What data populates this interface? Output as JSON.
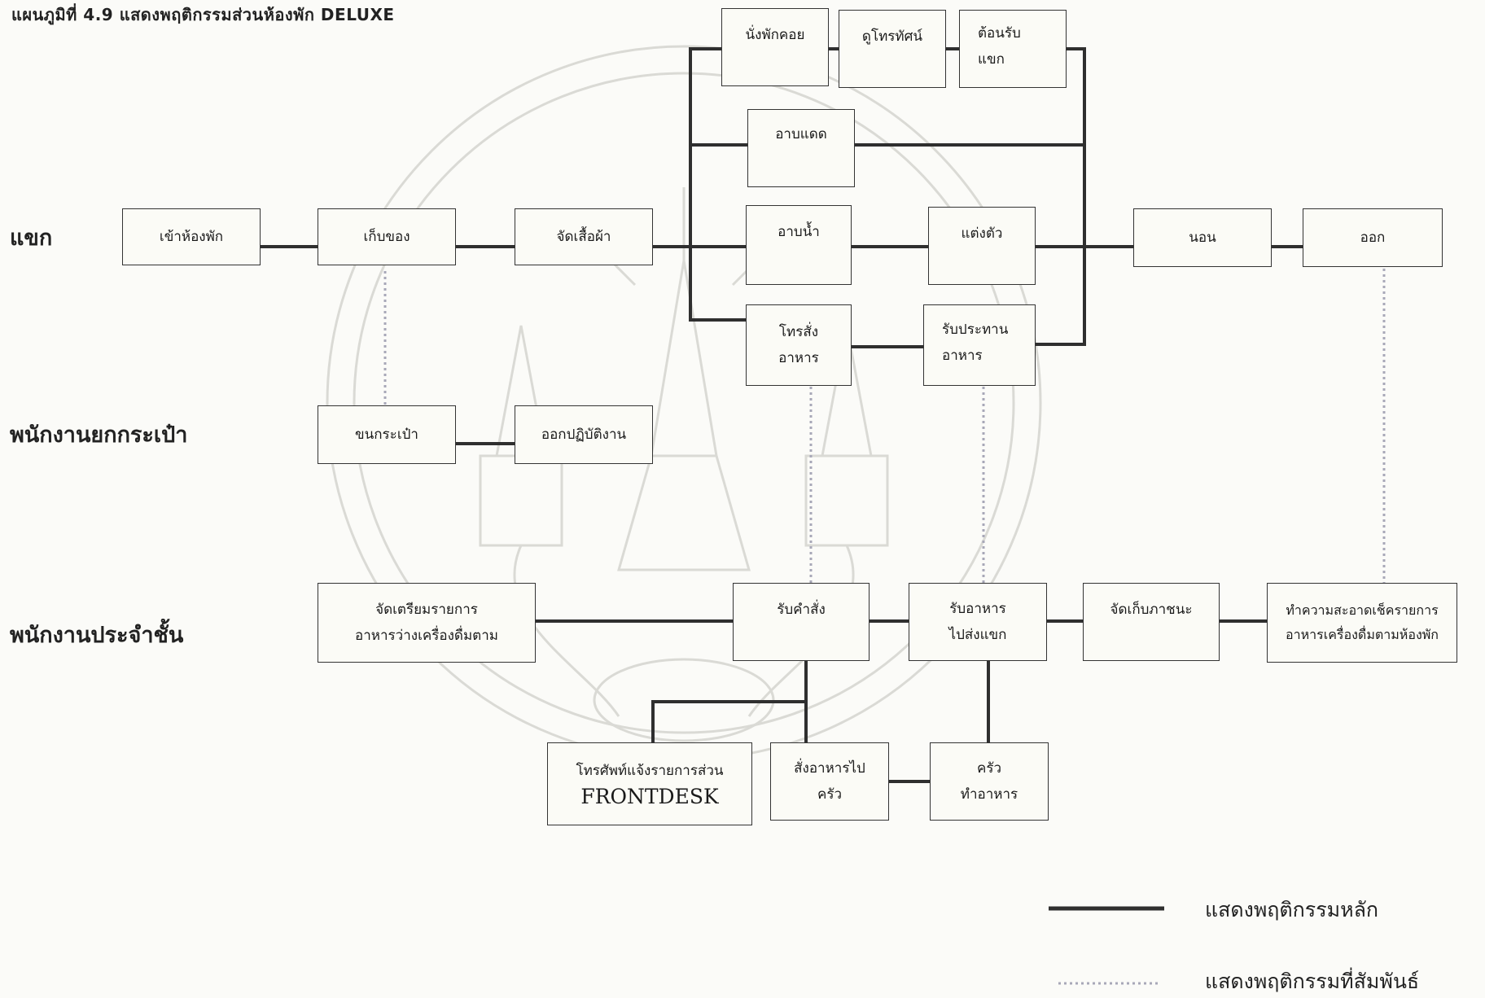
{
  "title": "แผนภูมิที่ 4.9 แสดงพฤติกรรมส่วนห้องพัก DELUXE",
  "lanes": {
    "guest": "แขก",
    "bellboy": "พนักงานยกกระเป๋า",
    "floor": "พนักงานประจำชั้น"
  },
  "boxes": {
    "checkin": "เข้าห้องพัก",
    "store": "เก็บของ",
    "clothes": "จัดเสื้อผ้า",
    "sit_wait": "นั่งพักคอย",
    "tv": "ดูโทรทัศน์",
    "receive_guest_1": "ต้อนรับ",
    "receive_guest_2": "แขก",
    "sunbath": "อาบแดด",
    "shower": "อาบน้ำ",
    "dress": "แต่งตัว",
    "call_food_1": "โทรสั่ง",
    "call_food_2": "อาหาร",
    "eat_1": "รับประทาน",
    "eat_2": "อาหาร",
    "sleep": "นอน",
    "out": "ออก",
    "carry_bag": "ขนกระเป๋า",
    "off_duty": "ออกปฏิบัติงาน",
    "prep_1": "จัดเตรียมรายการ",
    "prep_2": "อาหารว่างเครื่องดื่มตาม",
    "take_order": "รับคำสั่ง",
    "serve_1": "รับอาหาร",
    "serve_2": "ไปส่งแขก",
    "clear_dishes": "จัดเก็บภาชนะ",
    "clean_1": "ทำความสะอาดเช็ครายการ",
    "clean_2": "อาหารเครื่องดื่มตามห้องพัก",
    "phone_1": "โทรศัพท์แจ้งรายการส่วน",
    "phone_2": "FRONTDESK",
    "send_kitchen_1": "สั่งอาหารไป",
    "send_kitchen_2": "ครัว",
    "kitchen_1": "ครัว",
    "kitchen_2": "ทำอาหาร"
  },
  "legend": {
    "main": "แสดงพฤติกรรมหลัก",
    "related": "แสดงพฤติกรรมที่สัมพันธ์"
  },
  "colors": {
    "line": "#2f2f2f",
    "dotted": "#a8a8b8",
    "box_border": "#333333",
    "watermark": "#c9c9c3"
  }
}
